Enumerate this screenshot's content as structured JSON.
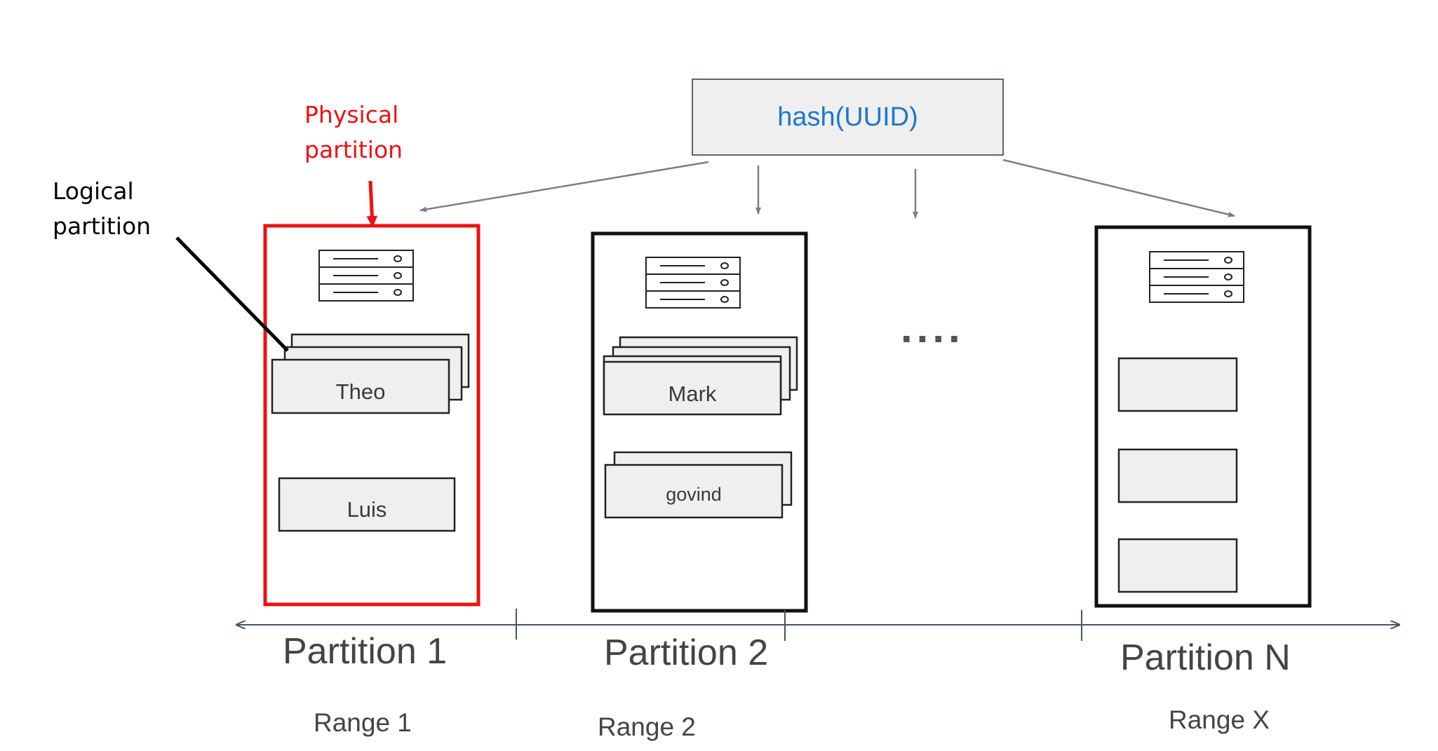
{
  "hash_box": {
    "label": "hash(UUID)"
  },
  "annotations": {
    "physical_partition": [
      "Physical",
      "partition"
    ],
    "logical_partition": [
      "Logical",
      "partition"
    ]
  },
  "partitions": [
    {
      "name": "Partition 1",
      "range": "Range 1",
      "keys": [
        "Theo",
        "Luis"
      ],
      "highlight_color": "#ee1111"
    },
    {
      "name": "Partition 2",
      "range": "Range 2",
      "keys": [
        "Mark",
        "govind"
      ]
    },
    {
      "name": "Partition N",
      "range": "Range X",
      "keys": [
        "",
        "",
        ""
      ]
    }
  ],
  "ellipsis": "....",
  "colors": {
    "arrow": "#7f7f7f",
    "axis": "#44546a",
    "highlight": "#ee1111",
    "box_fill": "#efefef"
  }
}
